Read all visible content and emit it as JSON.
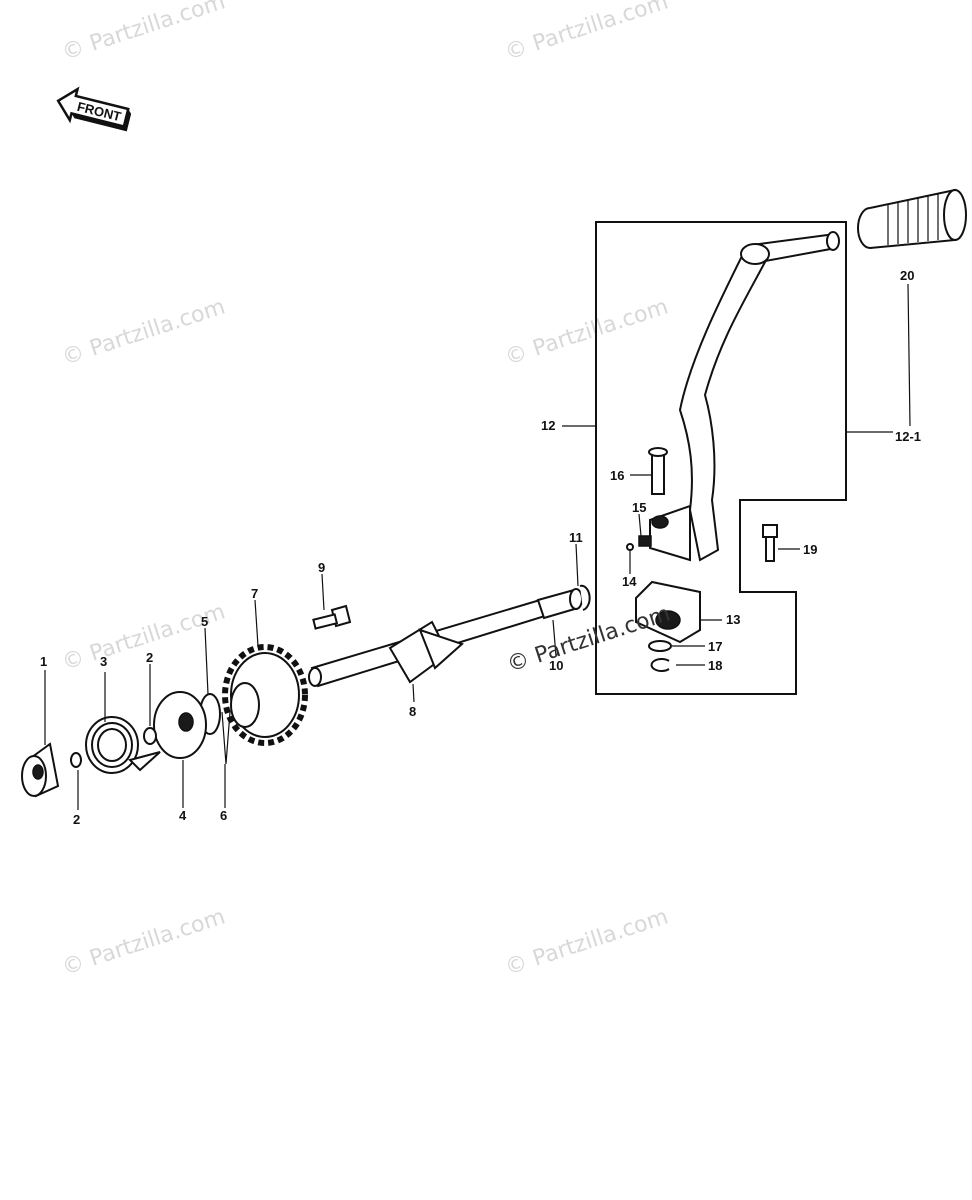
{
  "watermark": "© Partzilla.com",
  "front_label": "FRONT",
  "labels": {
    "p1": "1",
    "p2a": "2",
    "p2b": "2",
    "p3": "3",
    "p4": "4",
    "p5": "5",
    "p6": "6",
    "p7": "7",
    "p8": "8",
    "p9": "9",
    "p10": "10",
    "p11": "11",
    "p12": "12",
    "p12_1": "12-1",
    "p13": "13",
    "p14": "14",
    "p15": "15",
    "p16": "16",
    "p17": "17",
    "p18": "18",
    "p19": "19",
    "p20": "20"
  },
  "center_watermark": "© Partzilla.com"
}
